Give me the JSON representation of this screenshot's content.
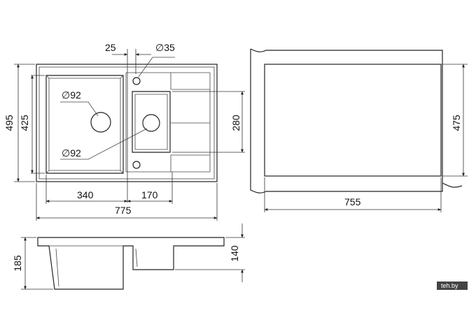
{
  "dimensions": {
    "hole_offset": "25",
    "tap_hole": "∅35",
    "total_height": "495",
    "inner_height": "425",
    "bowl_drain_large": "∅92",
    "bowl_drain_small": "∅92",
    "small_bowl_height": "280",
    "large_bowl_width": "340",
    "small_bowl_width": "170",
    "total_width": "775",
    "cutout_height": "475",
    "cutout_width": "755",
    "large_bowl_depth": "185",
    "small_bowl_depth": "140"
  },
  "watermark": "teh.by",
  "colors": {
    "line": "#222222",
    "background": "#ffffff"
  }
}
